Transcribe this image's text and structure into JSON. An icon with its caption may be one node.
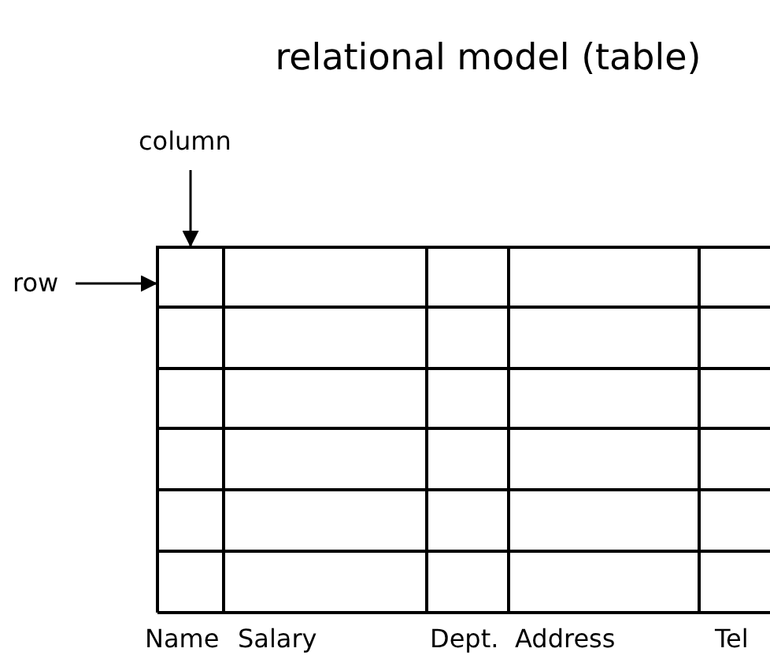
{
  "diagram": {
    "title": "relational model (table)",
    "nodes": [
      {
        "text": [
          "column"
        ]
      },
      {
        "text": [
          "row"
        ]
      },
      {
        "text": [],
        "shape": "box"
      }
    ],
    "edges": [
      {
        "from": 0,
        "to": 2,
        "arrow": "to"
      },
      {
        "from": 1,
        "to": 2,
        "arrow": "to"
      }
    ],
    "labels": [
      "Name",
      "Salary",
      "Dept.",
      "Address",
      "Tel"
    ]
  }
}
